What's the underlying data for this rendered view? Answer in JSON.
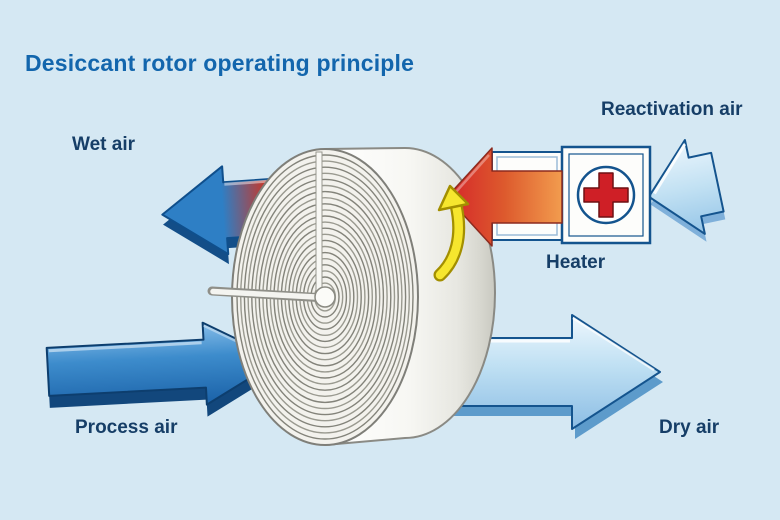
{
  "title": "Desiccant rotor operating principle",
  "labels": {
    "wet_air": "Wet air",
    "reactivation_air": "Reactivation air",
    "heater": "Heater",
    "process_air": "Process air",
    "dry_air": "Dry air"
  },
  "diagram": {
    "type": "process-schematic",
    "components": [
      "desiccant-rotor",
      "rotor-axle",
      "rotation-arrow",
      "heater-box",
      "heater-duct"
    ],
    "flows": [
      {
        "name": "Process air",
        "direction": "right-into-rotor",
        "color": "#2e7fc5"
      },
      {
        "name": "Dry air",
        "direction": "right-out-of-rotor",
        "color": "#bfe0f3"
      },
      {
        "name": "Reactivation air",
        "direction": "left-into-heater",
        "color": "#bfe0f3"
      },
      {
        "name": "Heated air",
        "direction": "left-into-rotor",
        "color": "#f29c4e"
      },
      {
        "name": "Wet air",
        "direction": "left-out-of-rotor",
        "color": "#d5262a"
      }
    ],
    "icons": {
      "rotation_arrow": "curved-yellow-arrow-counterclockwise",
      "heater_plus": "red-cross-in-circle"
    }
  },
  "colors": {
    "background": "#d5e8f3",
    "title-text": "#1366ad",
    "label-text": "#163e67",
    "outline-blue": "#14548e",
    "arrow-blue": "#2e7fc5",
    "arrow-light-blue": "#bfe0f3",
    "arrow-red": "#d5262a",
    "arrow-orange": "#f29c4e",
    "rotation-yellow": "#f6e62e",
    "heater-red": "#cf1f26",
    "rotor-face": "#f3f2ed"
  }
}
